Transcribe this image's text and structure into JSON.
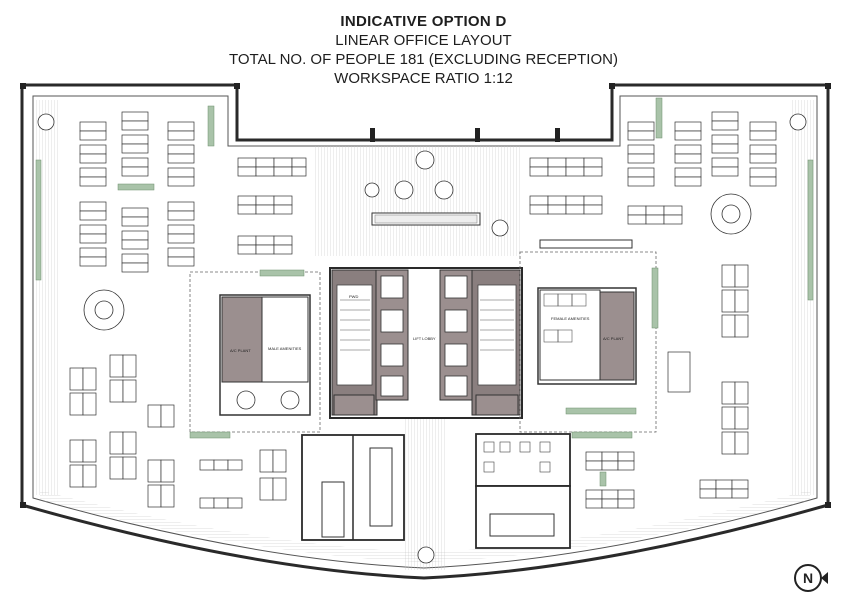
{
  "title": {
    "line1": "INDICATIVE OPTION D",
    "line2": "LINEAR OFFICE LAYOUT",
    "line3": "TOTAL NO. OF PEOPLE 181 (EXCLUDING RECEPTION)",
    "line4": "WORKSPACE RATIO 1:12"
  },
  "rooms": {
    "ac_plant_left": "A/C PLANT",
    "ac_plant_right": "A/C PLANT",
    "male_amenities": "MALE AMENITIES",
    "female_amenities": "FEMALE AMENITIES",
    "pwd": "PWD",
    "lift_lobby": "LIFT LOBBY"
  },
  "north_arrow": "N",
  "colors": {
    "wall": "#2a2a2a",
    "core_fill": "#8a7f7f",
    "ac_plant_fill": "#9b8f8f",
    "planter": "#9bb59b",
    "floor_hatch": "#b5b5b5"
  }
}
